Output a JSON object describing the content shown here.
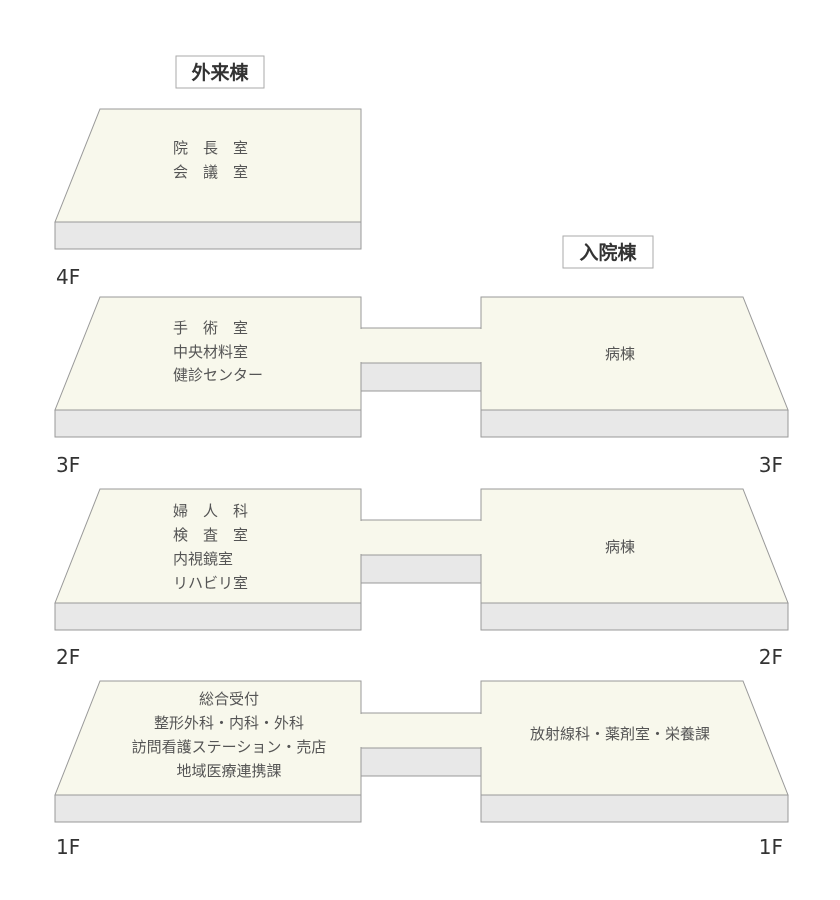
{
  "buildings": {
    "outpatient": "外来棟",
    "inpatient": "入院棟"
  },
  "floors": {
    "f4": {
      "label": "4F",
      "left_rooms": [
        "院　長　室",
        "会　議　室"
      ]
    },
    "f3": {
      "label": "3F",
      "left_rooms": [
        "手　術　室",
        "中央材料室",
        "健診センター"
      ],
      "right_rooms": [
        "病棟"
      ]
    },
    "f2": {
      "label": "2F",
      "left_rooms": [
        "婦　人　科",
        "検　査　室",
        "内視鏡室",
        "リハビリ室"
      ],
      "right_rooms": [
        "病棟"
      ]
    },
    "f1": {
      "label": "1F",
      "left_rooms": [
        "総合受付",
        "整形外科・内科・外科",
        "訪問看護ステーション・売店",
        "地域医療連携課"
      ],
      "right_rooms": [
        "放射線科・薬剤室・栄養課"
      ]
    }
  }
}
